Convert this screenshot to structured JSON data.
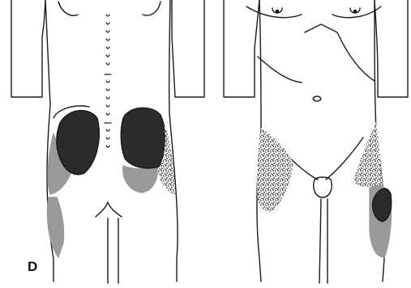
{
  "figure": {
    "panel_label": "D",
    "colors": {
      "outline": "#1a1a1a",
      "dark_zone": "#2b2b2b",
      "medium_zone": "#9a9a9a",
      "stipple_zone": "#3a3a3a",
      "background": "#ffffff"
    },
    "views": [
      {
        "name": "posterior-view"
      },
      {
        "name": "anterior-view"
      }
    ]
  }
}
